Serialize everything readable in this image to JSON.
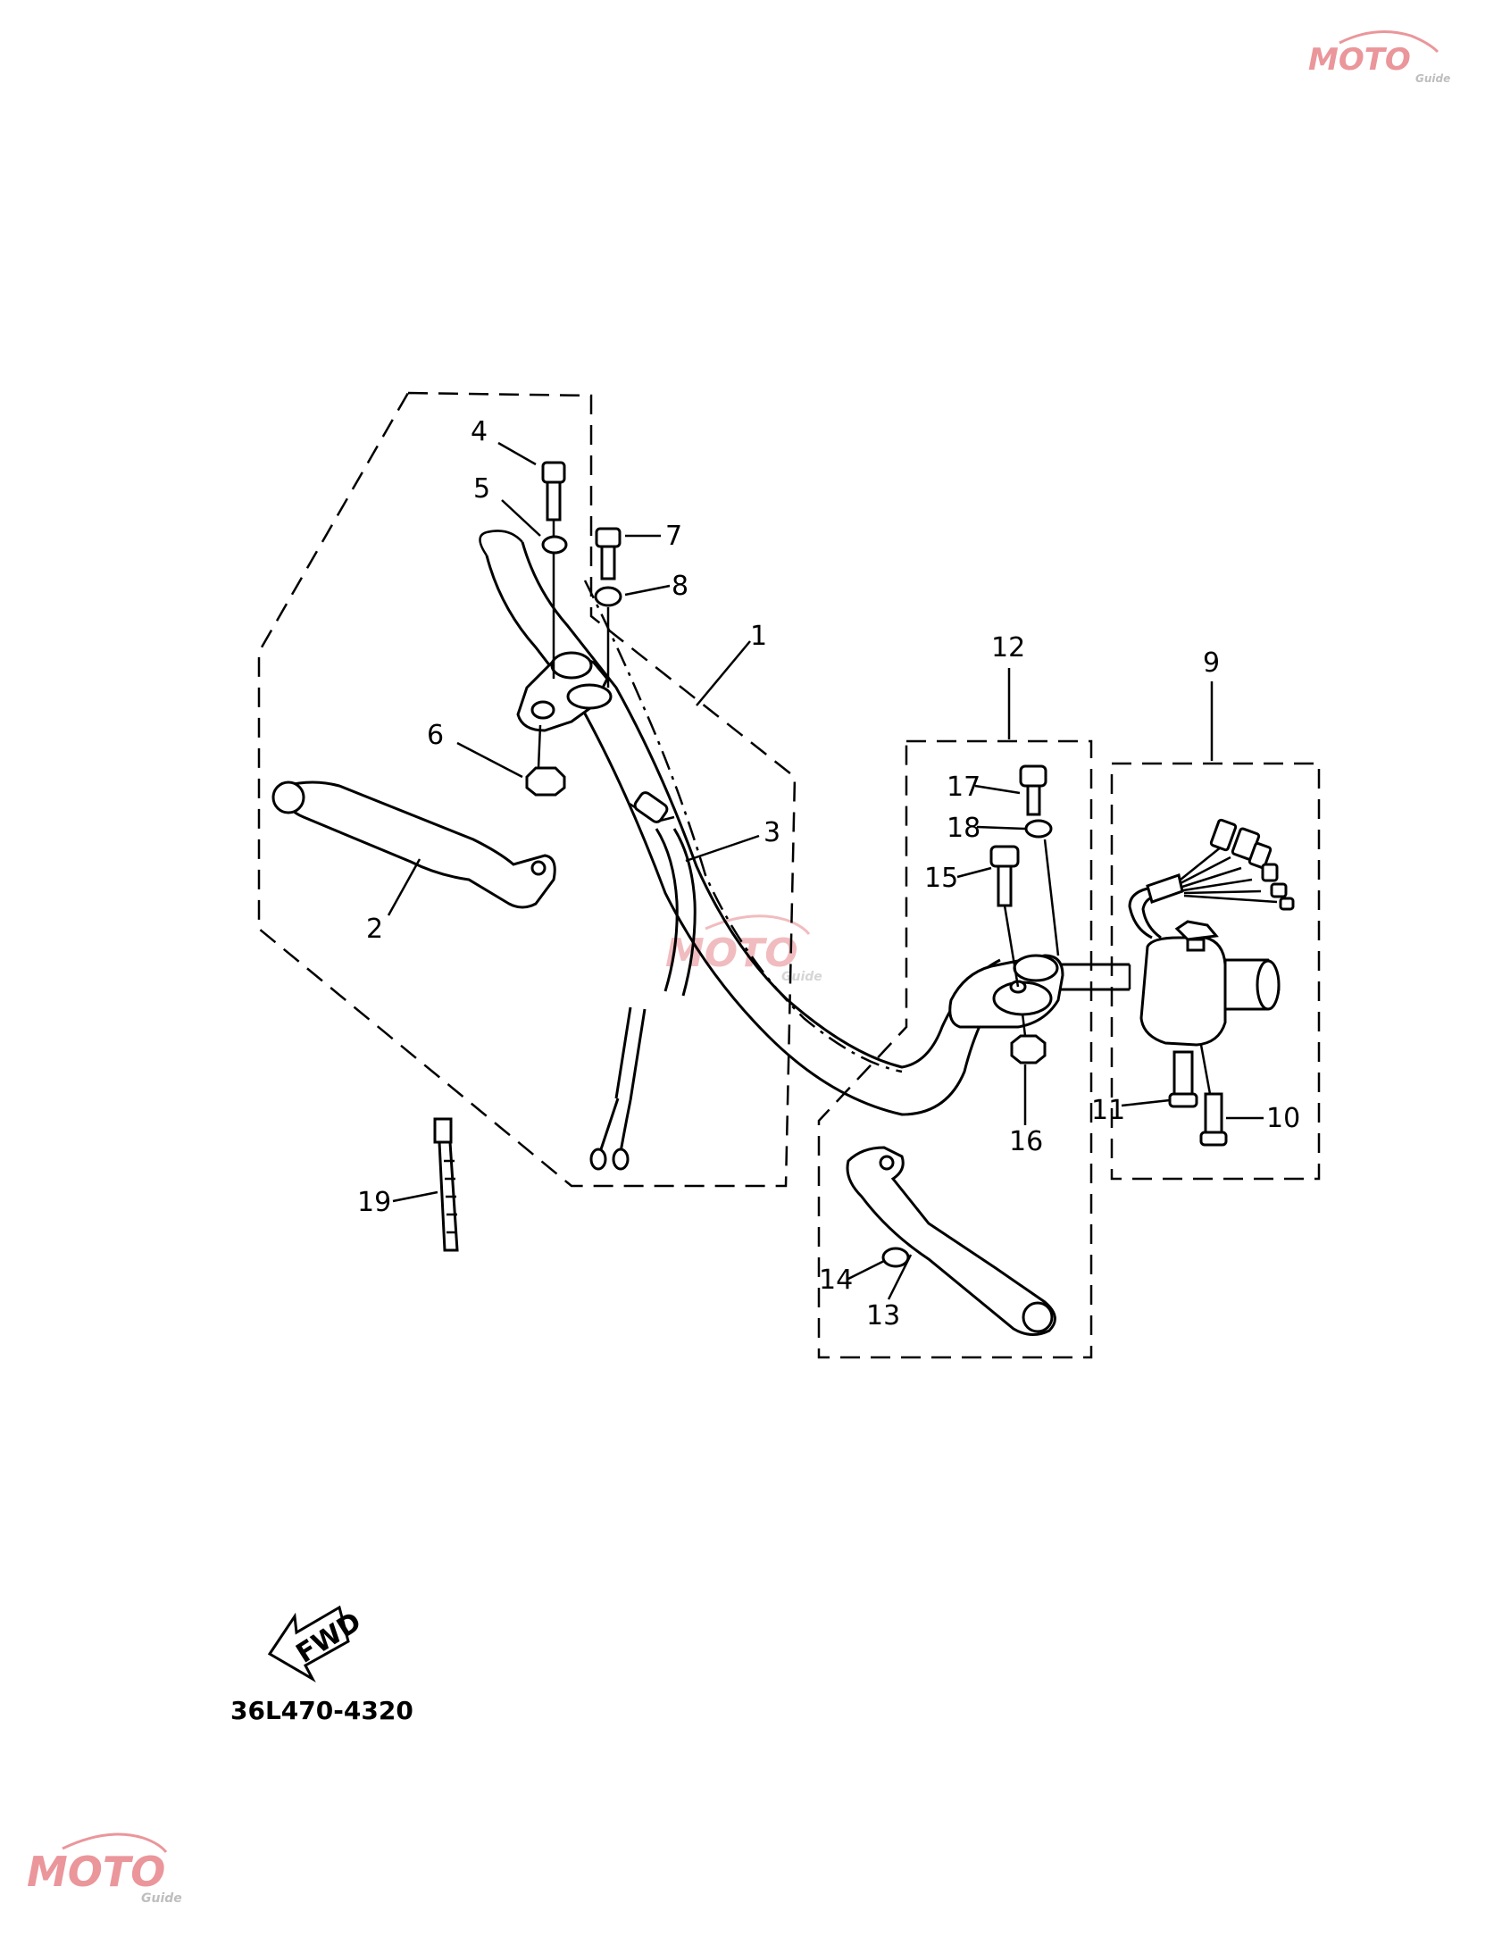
{
  "diagram": {
    "part_labels": [
      "1",
      "2",
      "3",
      "4",
      "5",
      "6",
      "7",
      "8",
      "9",
      "10",
      "11",
      "12",
      "13",
      "14",
      "15",
      "16",
      "17",
      "18",
      "19"
    ],
    "fwd_label": "FWD",
    "code": "36L470-4320",
    "watermark": {
      "main": "MOTO",
      "sub": "Guide",
      "accent": "#d9414a",
      "gray": "#8a8a8a"
    }
  }
}
